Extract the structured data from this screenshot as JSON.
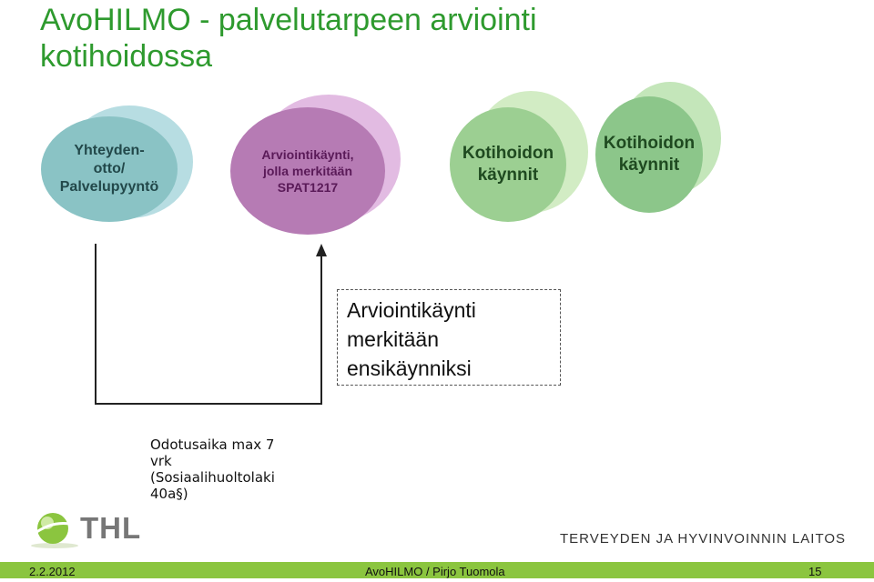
{
  "title": {
    "line1": "AvoHILMO - palvelutarpeen arviointi",
    "line2": "kotihoidossa"
  },
  "steps": {
    "contact": {
      "line1": "Yhteyden-",
      "line2": "otto/",
      "line3": "Palvelupyyntö"
    },
    "assessment": {
      "line1": "Arviointikäynti,",
      "line2": "jolla merkitään",
      "line3": "SPAT1217"
    },
    "visits1": {
      "line1": "Kotihoidon",
      "line2": "käynnit"
    },
    "visits2": {
      "line1": "Kotihoidon",
      "line2": "käynnit"
    }
  },
  "callout": {
    "line1": "Arviointikäynti",
    "line2": "merkitään",
    "line3": "ensikäynniksi"
  },
  "waiting_note": {
    "line1": "Odotusaika max 7",
    "line2": "vrk",
    "line3": "(Sosiaalihuoltolaki",
    "line4": "40a§)"
  },
  "logo": {
    "text": "THL"
  },
  "institution": "TERVEYDEN JA HYVINVOINNIN LAITOS",
  "footer": {
    "date": "2.2.2012",
    "center": "AvoHILMO / Pirjo Tuomola",
    "page": "15"
  },
  "colors": {
    "title": "#2e9a2e",
    "footer_bar": "#8bc53f",
    "contact_circle": "#8ac3c5",
    "assessment_circle": "#b67bb4",
    "visits_circle": "#9ccf92"
  }
}
